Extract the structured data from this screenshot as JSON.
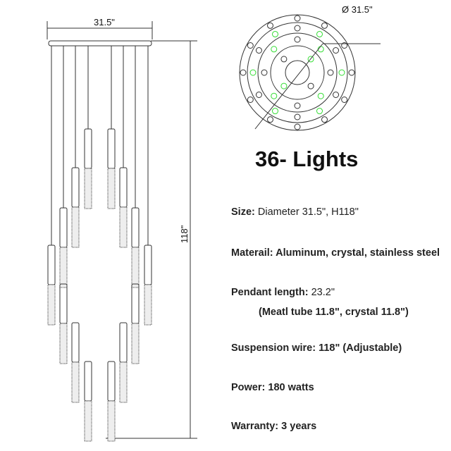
{
  "diagram": {
    "width_label": "31.5\"",
    "height_label": "118\"",
    "diameter_label": "Ø 31.5\"",
    "colors": {
      "line": "#333333",
      "highlight": "#33dd33"
    }
  },
  "title": "36- Lights",
  "specs": [
    {
      "label": "Size:",
      "value": "Diameter 31.5\", H118\""
    },
    {
      "label": "Materail:",
      "value": "Aluminum, crystal, stainless steel"
    },
    {
      "label": "Pendant length:",
      "value": "23.2\""
    },
    {
      "label": "",
      "value": "(Meatl tube 11.8\", crystal 11.8\")"
    },
    {
      "label": "Suspension wire:",
      "value": "118\" (Adjustable)"
    },
    {
      "label": "Power:",
      "value": "180 watts"
    },
    {
      "label": "Warranty:",
      "value": "3 years"
    }
  ]
}
